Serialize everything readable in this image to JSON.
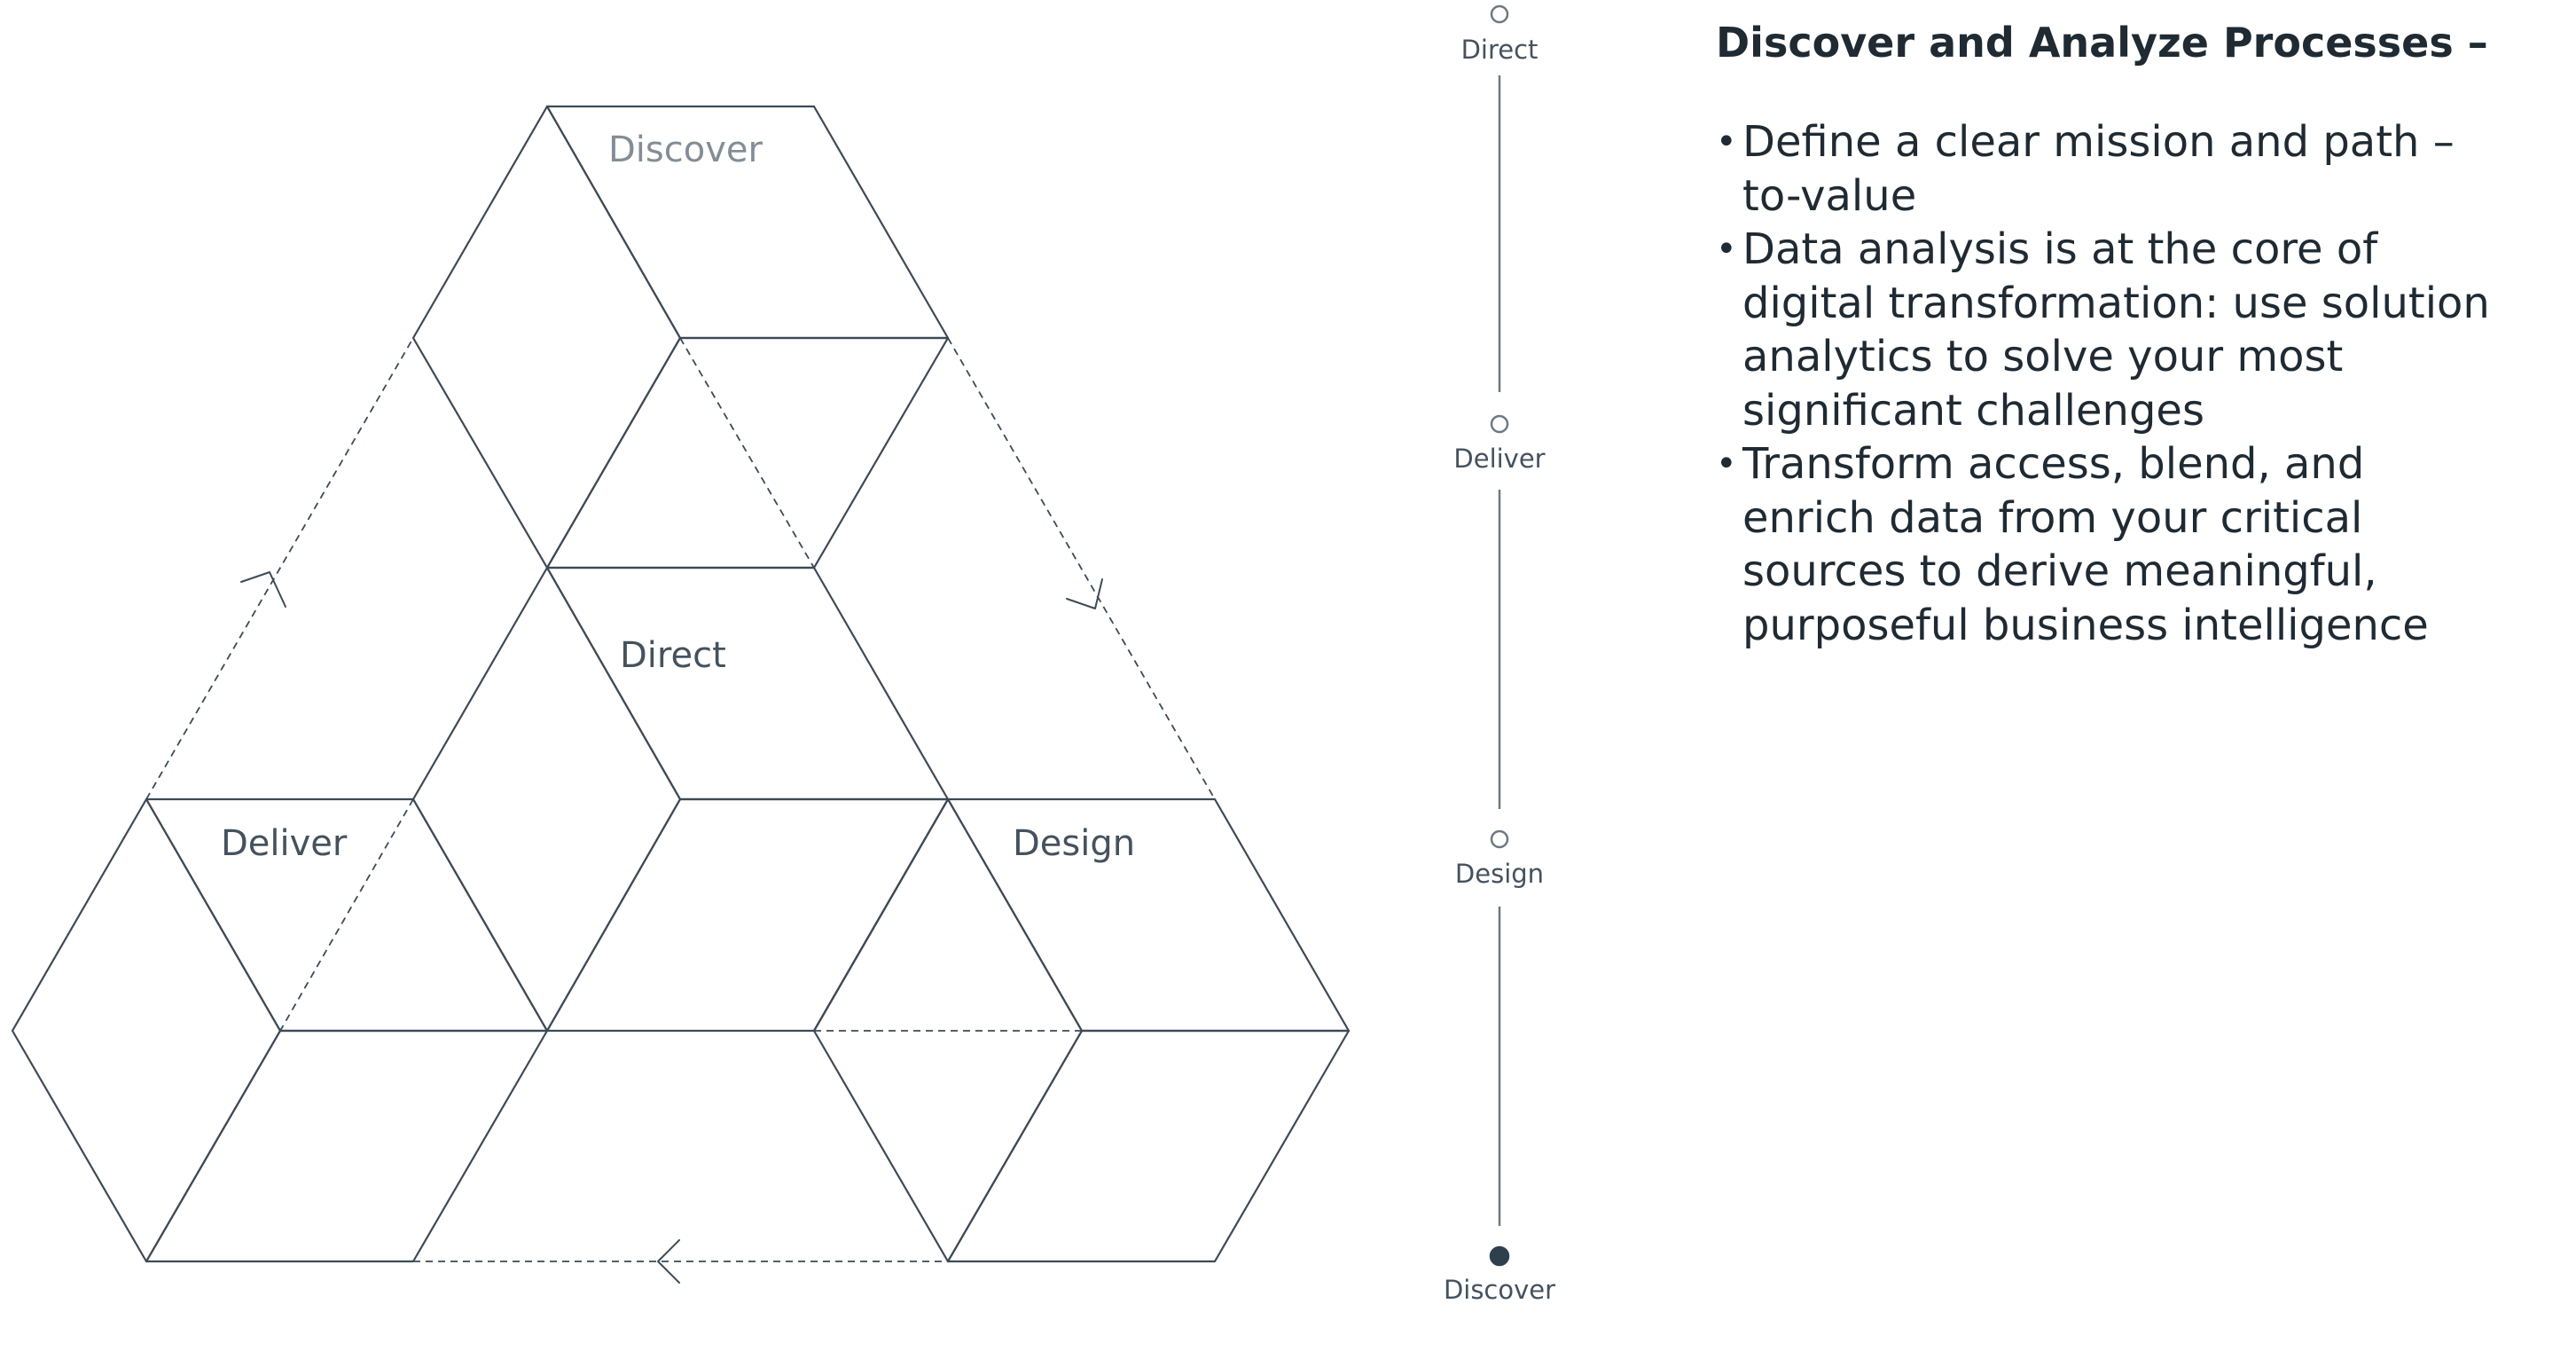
{
  "diagram": {
    "labels": {
      "discover": "Discover",
      "direct": "Direct",
      "deliver": "Deliver",
      "design": "Design"
    }
  },
  "timeline": {
    "steps": [
      {
        "label": "Direct",
        "active": false
      },
      {
        "label": "Deliver",
        "active": false
      },
      {
        "label": "Design",
        "active": false
      },
      {
        "label": "Discover",
        "active": true
      }
    ]
  },
  "panel": {
    "title": "Discover and Analyze Processes –",
    "bullet_glyph": "•",
    "items": [
      "Define a clear mission and path –to-value",
      "Data analysis is at the core of digital transformation: use solution analytics to solve your most significant challenges",
      "Transform access, blend, and enrich data from your critical sources to derive meaningful, purposeful business intelligence"
    ]
  },
  "colors": {
    "stroke": "#3d4a56",
    "text": "#1f2a33",
    "muted_label": "#848d96",
    "timeline_line": "#6f7881",
    "active_dot": "#2f3f4c"
  }
}
